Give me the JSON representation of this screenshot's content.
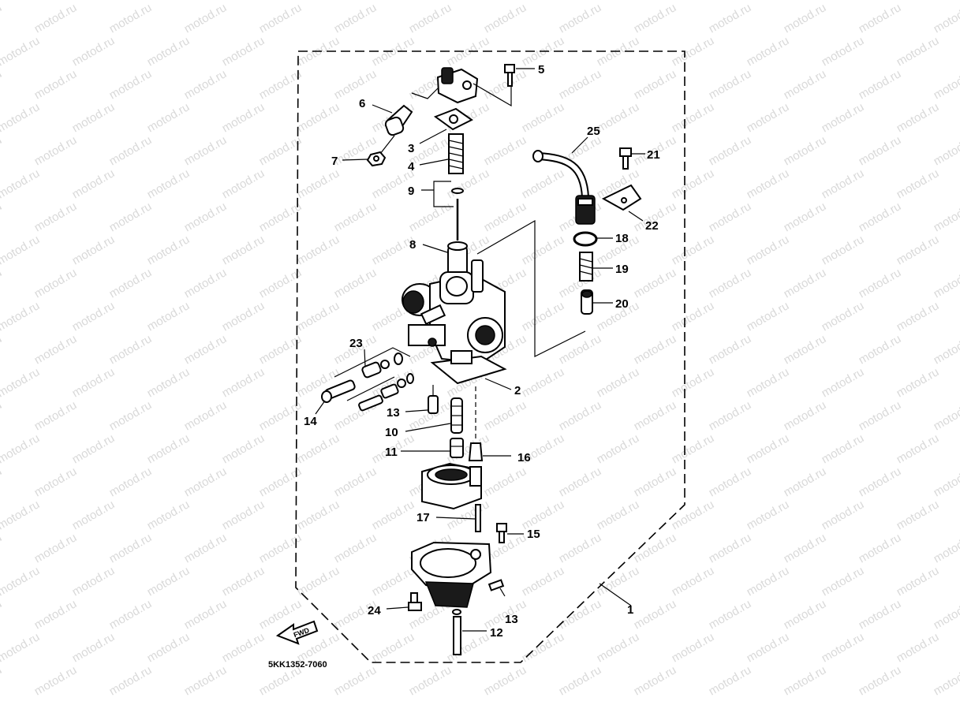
{
  "watermark": "motod.ru",
  "diagram_code": "5KK1352-7060",
  "fwd_label": "FWD",
  "callouts": {
    "c1": "1",
    "c2": "2",
    "c3": "3",
    "c4": "4",
    "c5": "5",
    "c6": "6",
    "c7": "7",
    "c8": "8",
    "c9": "9",
    "c10": "10",
    "c11": "11",
    "c12": "12",
    "c13a": "13",
    "c13b": "13",
    "c14": "14",
    "c15": "15",
    "c16": "16",
    "c17": "17",
    "c18": "18",
    "c19": "19",
    "c20": "20",
    "c21": "21",
    "c22": "22",
    "c23": "23",
    "c24": "24",
    "c25": "25"
  }
}
